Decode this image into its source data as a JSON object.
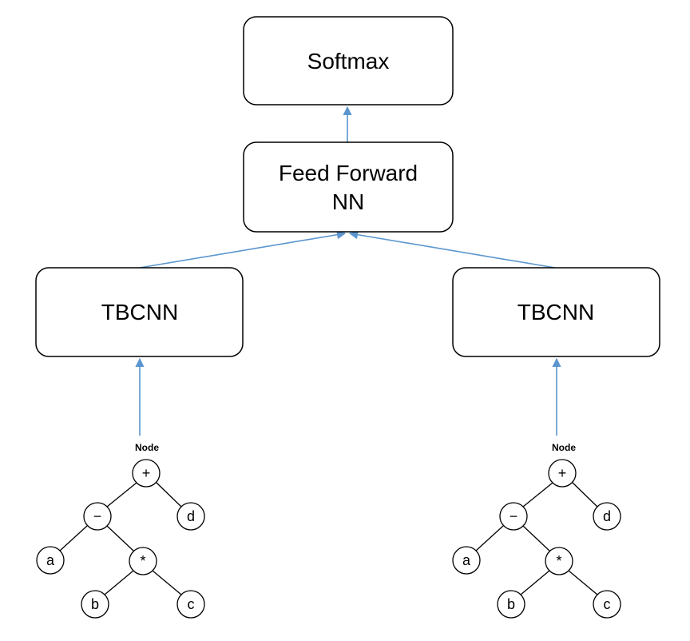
{
  "colors": {
    "arrow": "#5b95cf",
    "stroke": "#000000",
    "fill": "#ffffff"
  },
  "boxes": {
    "softmax": {
      "label": "Softmax"
    },
    "feed_forward": {
      "line1": "Feed Forward",
      "line2": "NN"
    },
    "tbcnn_left": {
      "label": "TBCNN"
    },
    "tbcnn_right": {
      "label": "TBCNN"
    }
  },
  "trees": {
    "left": {
      "title": "Node",
      "nodes": {
        "root": "+",
        "minus": "−",
        "d": "d",
        "a": "a",
        "star": "*",
        "b": "b",
        "c": "c"
      }
    },
    "right": {
      "title": "Node",
      "nodes": {
        "root": "+",
        "minus": "−",
        "d": "d",
        "a": "a",
        "star": "*",
        "b": "b",
        "c": "c"
      }
    }
  }
}
